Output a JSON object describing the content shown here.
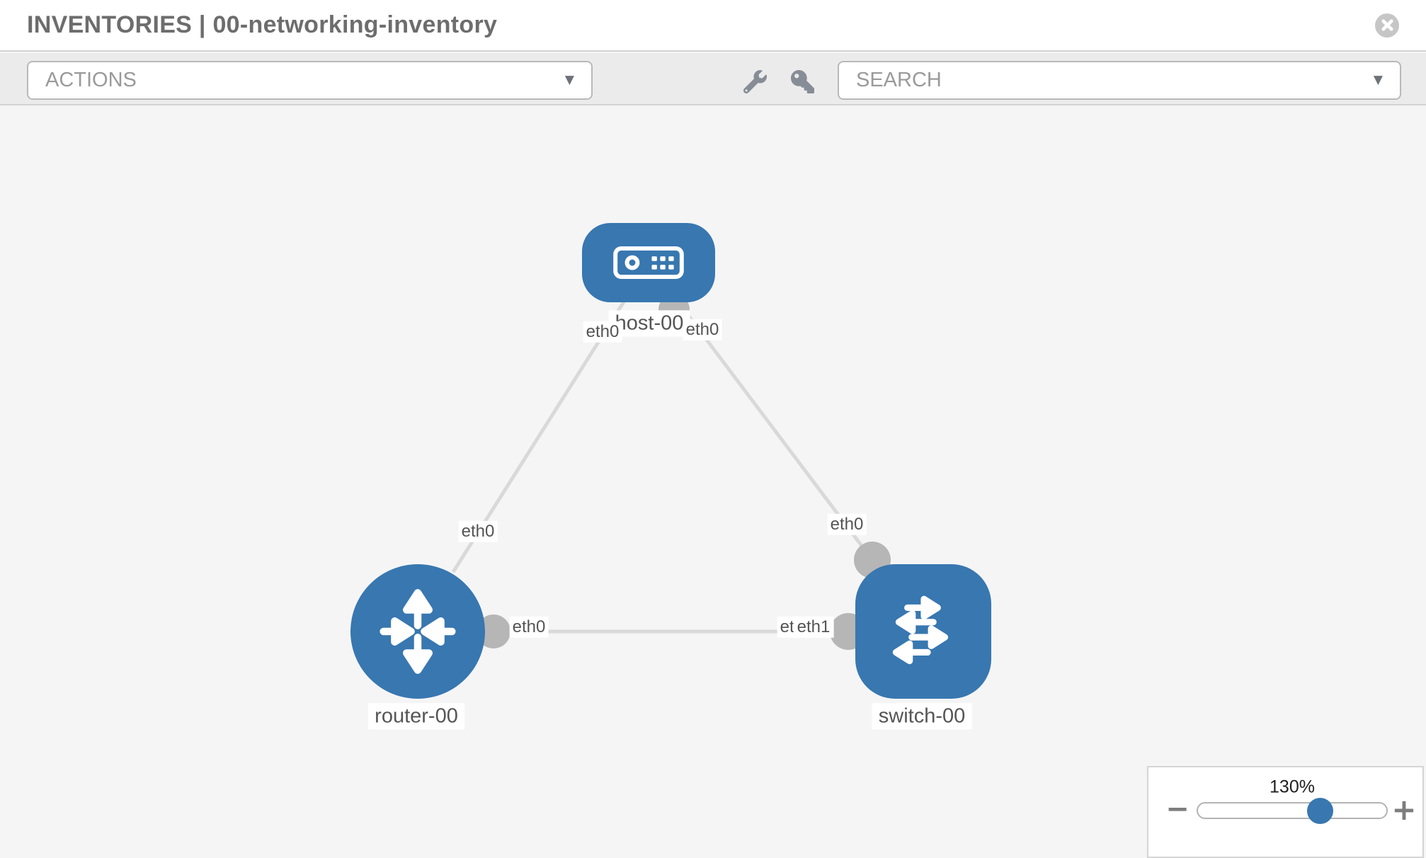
{
  "header": {
    "title": "INVENTORIES | 00-networking-inventory"
  },
  "toolbar": {
    "actions_label": "ACTIONS",
    "search_label": "SEARCH"
  },
  "icons": {
    "caret_down": "▼",
    "wrench": "wrench-icon",
    "key": "key-icon",
    "close": "close-circle-icon"
  },
  "canvas": {
    "nodes": [
      {
        "name": "host-00",
        "type": "host"
      },
      {
        "name": "router-00",
        "type": "router"
      },
      {
        "name": "switch-00",
        "type": "switch"
      }
    ],
    "links": [
      {
        "from": "host-00",
        "to": "router-00",
        "from_iface": "eth0",
        "to_iface": "eth0"
      },
      {
        "from": "host-00",
        "to": "switch-00",
        "from_iface": "eth0",
        "to_iface": "eth0"
      },
      {
        "from": "router-00",
        "to": "switch-00",
        "from_iface": "eth0",
        "to_iface": "eth1",
        "obscured_label": "eth0"
      }
    ]
  },
  "zoom_control": {
    "level": "130%",
    "minus_label": "−",
    "plus_label": "+"
  },
  "colors": {
    "node_blue": "#3877b0",
    "link_gray": "#d9d9d9",
    "endpoint_gray": "#b6b6b6",
    "toolbar_bg": "#ebebeb",
    "canvas_bg": "#f5f5f6",
    "title_text": "#6d6d6d"
  }
}
